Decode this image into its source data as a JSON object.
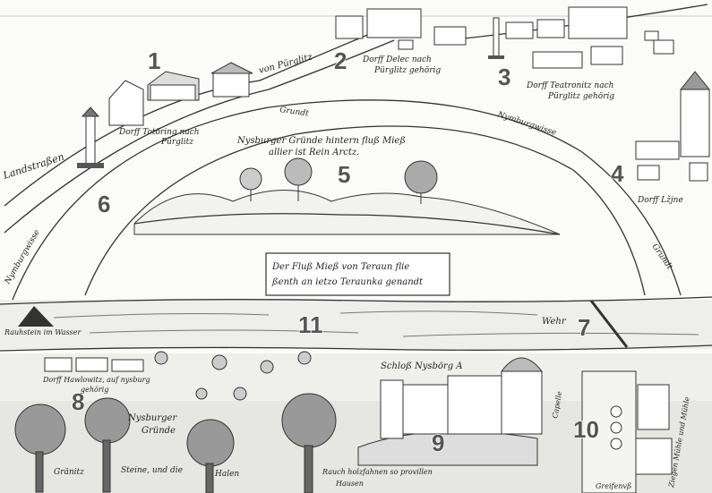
{
  "numbers": [
    "1",
    "2",
    "3",
    "4",
    "5",
    "6",
    "7",
    "8",
    "9",
    "10",
    "11"
  ],
  "labels": {
    "landstrasse": "Landstraßen",
    "road_pyrglitz": "von Pürglitz",
    "dorf1": "Dorff Totöring nach",
    "dorf1b": "Pürglitz",
    "dorf2": "Dorff Delec nach",
    "dorf2b": "Pürglitz gehörig",
    "dorf3": "Dorff Teatronitz nach",
    "dorf3b": "Pürglitz gehörig",
    "dorf4": "Dorff Lžjne",
    "grund_top": "Grundt",
    "grund_right": "Grundt",
    "nyburgwasse": "Nymburgwisse",
    "nyburgwisse_left": "Nymburgwisse",
    "meadow1": "Nysburger Gründe hintern fluß Mieß",
    "meadow2": "allier ist Rein Arctz.",
    "box1": "Der Fluß Mieß von Teraun flie",
    "box2": "ßenth an ietzo Teraunka genandt",
    "stein": "Rauhstein im Wasser",
    "wehr": "Wehr",
    "dorf8": "Dorff Hawlowitz, auf nysburg",
    "dorf8b": "gehörig",
    "grund8a": "Nysburger",
    "grund8b": "Gründe",
    "schloss": "Schloß Nysbörg A",
    "capelle": "Capelle",
    "mühle": "Ziegen Mühle und Mühle",
    "bottom1": "Gränitz",
    "bottom2": "Steine, und die",
    "bottom3": "Halen",
    "bottom4": "Rauch holzfahnen so provillen",
    "bottom5": "Hausen",
    "bottom6": "Greifenvß"
  }
}
